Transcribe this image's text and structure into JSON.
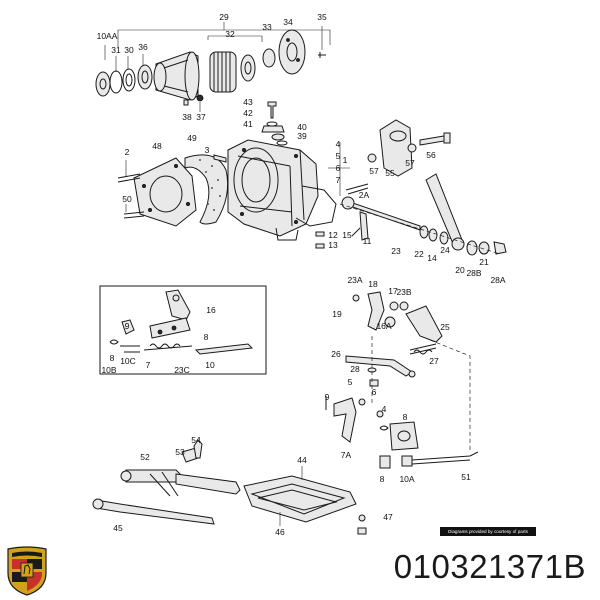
{
  "callouts": [
    "29",
    "10AA",
    "31",
    "30",
    "36",
    "32",
    "33",
    "34",
    "35",
    "38",
    "37",
    "43",
    "42",
    "41",
    "40",
    "39",
    "49",
    "48",
    "3",
    "2",
    "50",
    "4",
    "5",
    "6",
    "7",
    "1",
    "2A",
    "57",
    "55",
    "57",
    "56",
    "12",
    "13",
    "15",
    "11",
    "23",
    "22",
    "14",
    "24",
    "20",
    "28B",
    "21",
    "28A",
    "16",
    "8",
    "9",
    "10",
    "7",
    "8",
    "10C",
    "10B",
    "23C",
    "23A",
    "18",
    "17",
    "23B",
    "19",
    "16A",
    "25",
    "26",
    "27",
    "28",
    "5",
    "6",
    "9",
    "4",
    "7A",
    "8",
    "8",
    "10A",
    "51",
    "52",
    "53",
    "54",
    "45",
    "44",
    "46",
    "47"
  ],
  "footer_note": "Diagrams provided by courtesy of parts",
  "part_number": "010321371B",
  "logo": {
    "name": "porsche-crest-logo",
    "colors": {
      "red": "#c8302c",
      "gold": "#d2a21e",
      "black": "#1a1a1a"
    }
  }
}
